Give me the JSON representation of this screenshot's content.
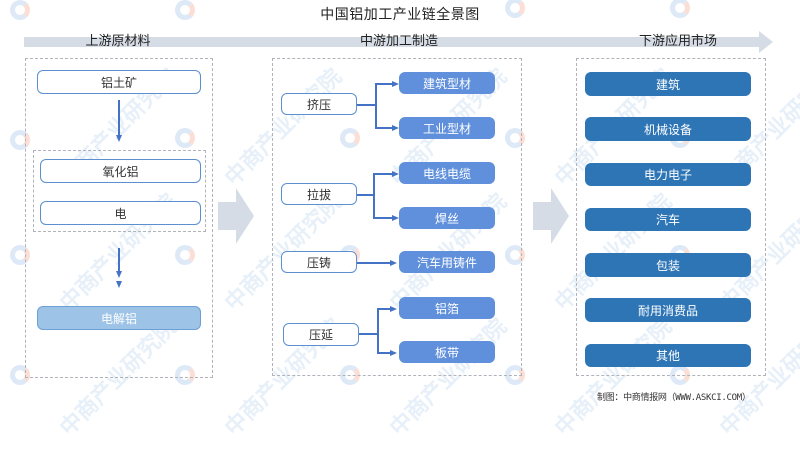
{
  "title": "中国铝加工产业链全景图",
  "stages": {
    "upstream": "上游原材料",
    "midstream": "中游加工制造",
    "downstream": "下游应用市场"
  },
  "upstream": {
    "bauxite": "铝土矿",
    "alumina": "氧化铝",
    "electricity": "电",
    "electrolytic_aluminum": "电解铝"
  },
  "midstream": {
    "processes": [
      {
        "label": "挤压",
        "products": [
          "建筑型材",
          "工业型材"
        ]
      },
      {
        "label": "拉拔",
        "products": [
          "电线电缆",
          "焊丝"
        ]
      },
      {
        "label": "压铸",
        "products": [
          "汽车用铸件"
        ]
      },
      {
        "label": "压延",
        "products": [
          "铝箔",
          "板带"
        ]
      }
    ]
  },
  "downstream": {
    "items": [
      "建筑",
      "机械设备",
      "电力电子",
      "汽车",
      "包装",
      "耐用消费品",
      "其他"
    ]
  },
  "source": "制图：中商情报网（WWW.ASKCI.COM）",
  "watermark": "中商产业研究院",
  "colors": {
    "band": "#d6dce6",
    "outline_border": "#5b8fcd",
    "electrolytic_fill": "#9dc3e6",
    "mid_product_fill": "#6090dc",
    "downstream_fill": "#2e75b6",
    "connector": "#4472c4"
  }
}
